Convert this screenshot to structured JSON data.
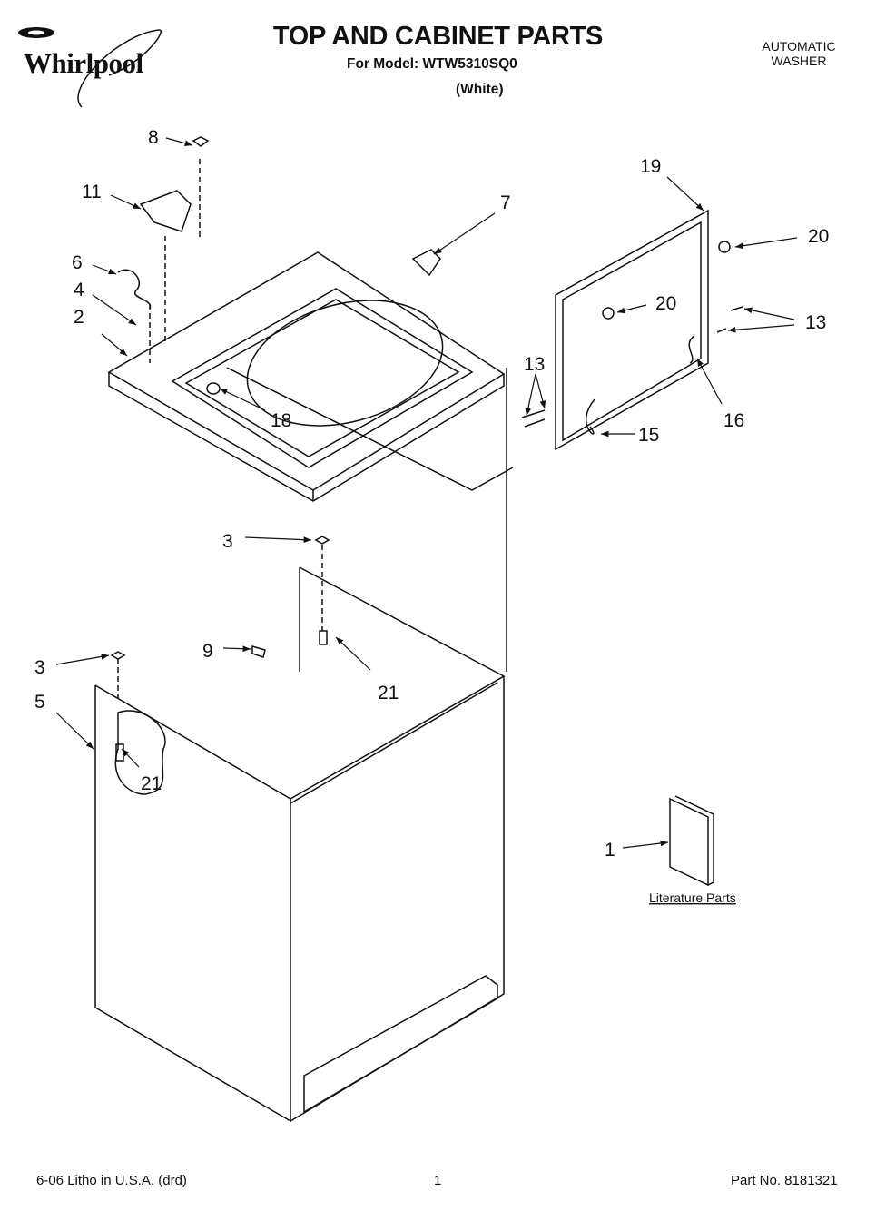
{
  "header": {
    "brand": "Whirlpool",
    "title": "TOP AND CABINET PARTS",
    "model_line": "For Model: WTW5310SQ0",
    "color_line": "(White)",
    "product_type_line1": "AUTOMATIC",
    "product_type_line2": "WASHER"
  },
  "diagram": {
    "callouts": [
      "8",
      "11",
      "6",
      "4",
      "2",
      "7",
      "19",
      "20",
      "20",
      "13",
      "13",
      "18",
      "16",
      "15",
      "3",
      "3",
      "9",
      "21",
      "5",
      "21",
      "1"
    ],
    "literature_label": "Literature Parts"
  },
  "footer": {
    "print_info": "6-06 Litho in U.S.A. (drd)",
    "page_number": "1",
    "part_number": "Part No. 8181321"
  }
}
